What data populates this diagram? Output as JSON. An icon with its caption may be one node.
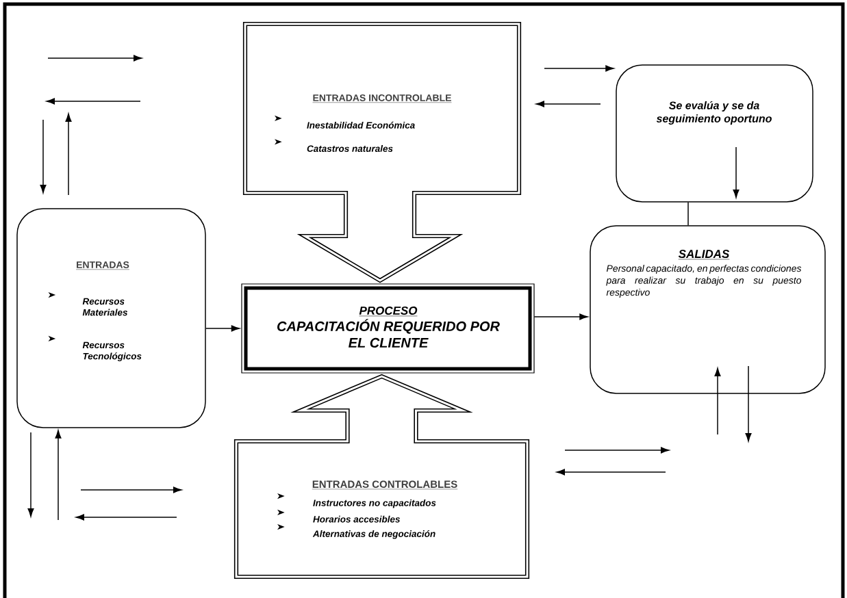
{
  "diagram": {
    "nodes": [
      {
        "text": [
          "ENTRADAS INCONTROLABLE",
          "Inestabilidad Económica",
          "Catastros naturales"
        ]
      },
      {
        "text": [
          "Se evalúa y se da seguimiento oportuno"
        ]
      },
      {
        "text": [
          "ENTRADAS",
          "Recursos Materiales",
          "Recursos Tecnológicos"
        ]
      },
      {
        "text": [
          "PROCESO",
          "CAPACITACIÓN REQUERIDO POR EL CLIENTE"
        ]
      },
      {
        "text": [
          "SALIDAS",
          "Personal capacitado, en perfectas condiciones para realizar su trabajo en su puesto respectivo"
        ]
      },
      {
        "text": [
          "ENTRADAS CONTROLABLES",
          "Instructores no capacitados",
          "Horarios accesibles",
          "Alternativas de negociación"
        ]
      }
    ],
    "edges": [
      {
        "from": 2,
        "to": 3,
        "arrow": "to"
      },
      {
        "from": 3,
        "to": 4,
        "arrow": "to"
      },
      {
        "from": 1,
        "to": 4,
        "arrow": "none"
      },
      {
        "from": null,
        "to": 1,
        "arrow": "to"
      },
      {
        "from": null,
        "to": 2,
        "arrow": "to"
      }
    ]
  }
}
